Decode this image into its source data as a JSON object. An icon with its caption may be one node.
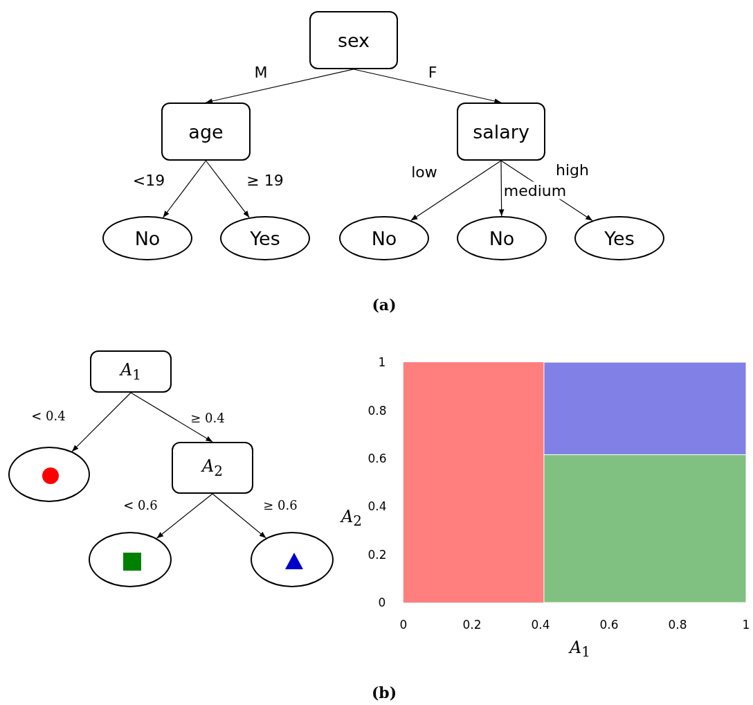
{
  "diagram": {
    "nodes": [
      {
        "text": [
          "sex"
        ]
      },
      {
        "text": [
          "age"
        ]
      },
      {
        "text": [
          "salary"
        ]
      },
      {
        "text": [
          "No"
        ]
      },
      {
        "text": [
          "Yes"
        ]
      },
      {
        "text": [
          "No"
        ]
      },
      {
        "text": [
          "No"
        ]
      },
      {
        "text": [
          "Yes"
        ]
      },
      {
        "text": [
          "*A*$_{1}$"
        ]
      },
      {
        "text": [],
        "shape": "circle"
      },
      {
        "text": [],
        "shape": "circle",
        "in": 9
      },
      {
        "text": [
          "*A*$_{2}$"
        ]
      },
      {
        "text": [],
        "shape": "circle"
      },
      {
        "text": [],
        "shape": "box",
        "in": 12
      },
      {
        "text": [],
        "shape": "circle"
      },
      {
        "text": [],
        "shape": "triangle",
        "in": 14
      }
    ],
    "edges": [
      {
        "from": 0,
        "to": 1,
        "arrow": "to",
        "label": "M"
      },
      {
        "from": 0,
        "to": 2,
        "arrow": "to",
        "label": "F"
      },
      {
        "from": 1,
        "to": 3,
        "arrow": "to",
        "label": "<19"
      },
      {
        "from": 1,
        "to": 4,
        "arrow": "to",
        "label": "≥ 19"
      },
      {
        "from": 2,
        "to": 5,
        "arrow": "to",
        "label": "low"
      },
      {
        "from": 2,
        "to": 6,
        "arrow": "to",
        "label": "medium"
      },
      {
        "from": 2,
        "to": 7,
        "arrow": "to",
        "label": "high"
      },
      {
        "from": 8,
        "to": 9,
        "arrow": "to",
        "label": "< 0.4"
      },
      {
        "from": 8,
        "to": 11,
        "arrow": "to",
        "label": "≥ 0.4"
      },
      {
        "from": 11,
        "to": 12,
        "arrow": "to",
        "label": "< 0.6"
      },
      {
        "from": 11,
        "to": 14,
        "arrow": "to",
        "label": "≥ 0.6"
      }
    ],
    "labels": [
      "(a)",
      "1",
      "0.8",
      "0.6",
      "0.4",
      "0.2",
      "0",
      "*A*$_{2}$",
      "0",
      "0.2",
      "0.4",
      "0.6",
      "0.8",
      "1",
      "*A*$_{1}$",
      "(b)"
    ]
  }
}
